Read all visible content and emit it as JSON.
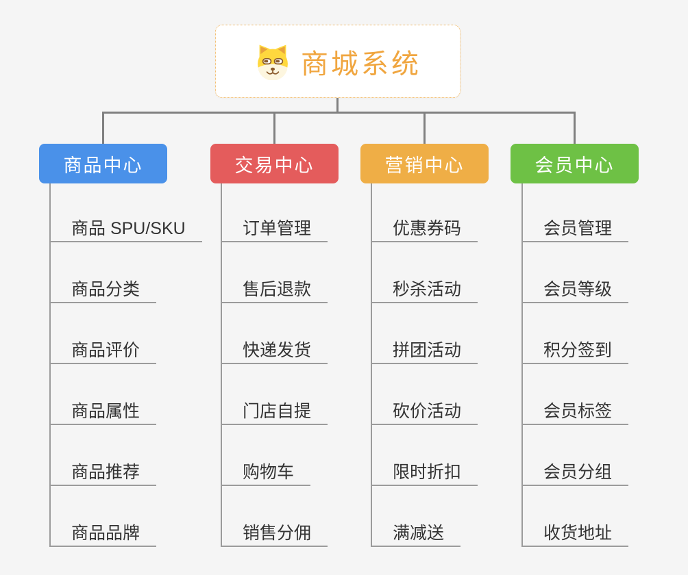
{
  "root": {
    "title": "商城系统",
    "icon": "dog-face-icon"
  },
  "branches": [
    {
      "label": "商品中心",
      "color": "#4a91e9",
      "children": [
        "商品 SPU/SKU",
        "商品分类",
        "商品评价",
        "商品属性",
        "商品推荐",
        "商品品牌"
      ]
    },
    {
      "label": "交易中心",
      "color": "#e45c5c",
      "children": [
        "订单管理",
        "售后退款",
        "快递发货",
        "门店自提",
        "购物车",
        "销售分佣"
      ]
    },
    {
      "label": "营销中心",
      "color": "#efae46",
      "children": [
        "优惠券码",
        "秒杀活动",
        "拼团活动",
        "砍价活动",
        "限时折扣",
        "满减送"
      ]
    },
    {
      "label": "会员中心",
      "color": "#6ec145",
      "children": [
        "会员管理",
        "会员等级",
        "积分签到",
        "会员标签",
        "会员分组",
        "收货地址"
      ]
    }
  ],
  "colors": {
    "background": "#f5f5f5",
    "root_title": "#f0a640",
    "root_border": "#f0b45c",
    "connector": "#808080",
    "branch_line": "#9b9b9b",
    "leaf_text": "#333333"
  }
}
